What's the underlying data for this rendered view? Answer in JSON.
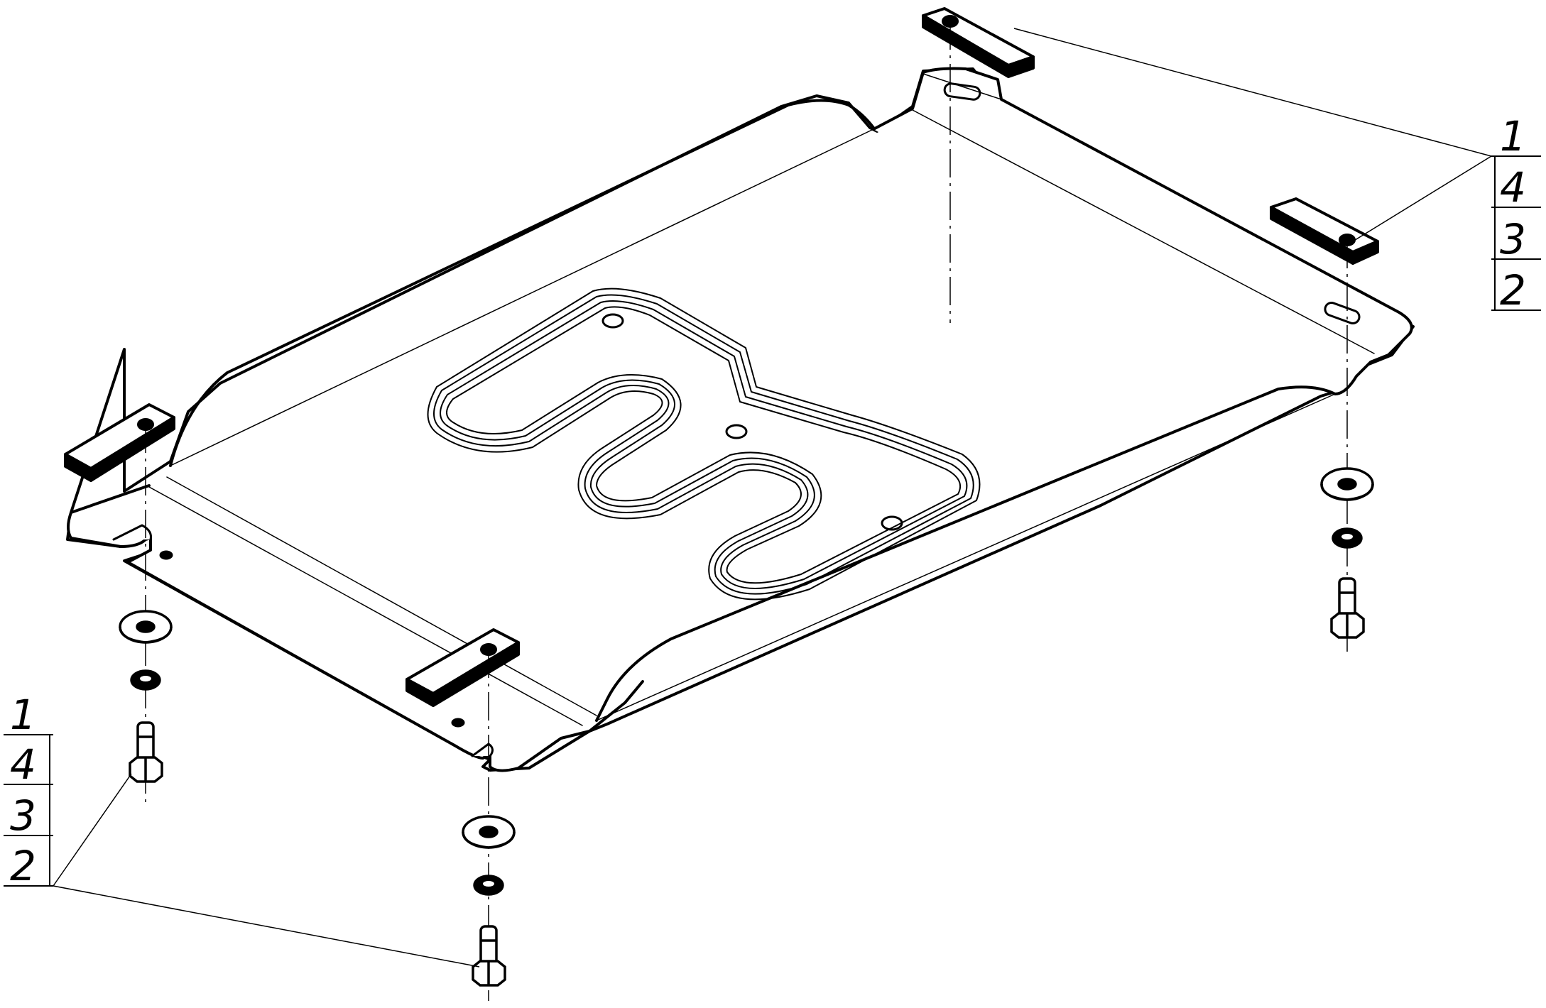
{
  "callouts": {
    "right": {
      "labels": [
        "1",
        "4",
        "3",
        "2"
      ]
    },
    "left": {
      "labels": [
        "1",
        "4",
        "3",
        "2"
      ]
    }
  },
  "colors": {
    "ink": "#000000",
    "paper": "#ffffff"
  }
}
